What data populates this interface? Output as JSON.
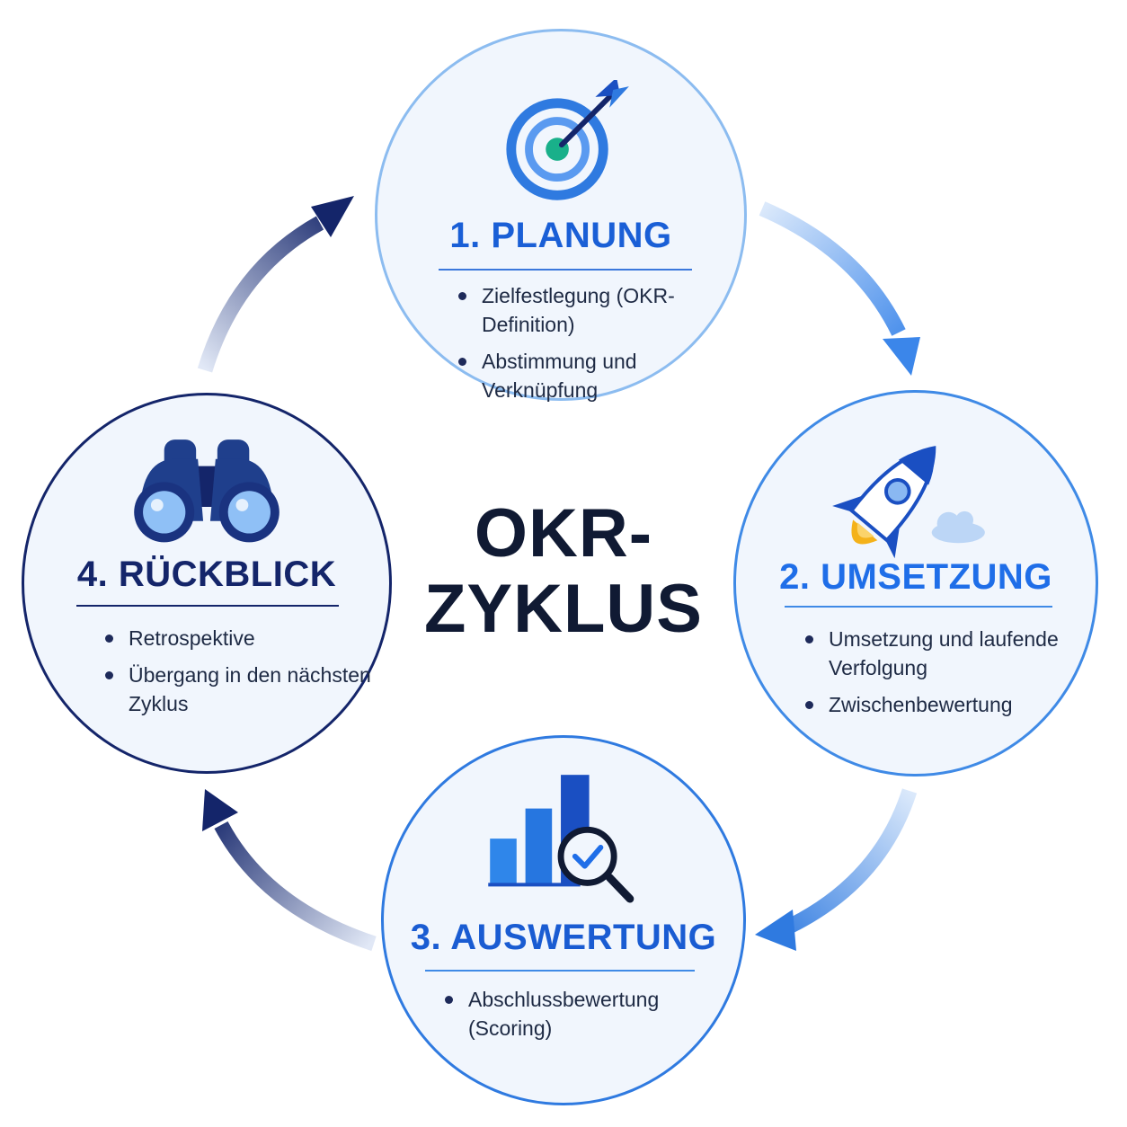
{
  "title": {
    "line1": "OKR-",
    "line2": "ZYKLUS"
  },
  "colors": {
    "navy": "#14256a",
    "blue": "#1f6ee8",
    "light_blue": "#8cbcf0",
    "circle_fill": "#f1f6fd",
    "text": "#1e2a44"
  },
  "phases": [
    {
      "title": "1. PLANUNG",
      "icon": "target-icon",
      "bullets": [
        "Zielfestlegung (OKR-Definition)",
        "Abstimmung und Verknüpfung"
      ]
    },
    {
      "title": "2. UMSETZUNG",
      "icon": "rocket-icon",
      "bullets": [
        "Umsetzung und laufende Verfolgung",
        "Zwischenbewertung"
      ]
    },
    {
      "title": "3. AUSWERTUNG",
      "icon": "bar-chart-magnifier-icon",
      "bullets": [
        "Abschlussbewertung (Scoring)"
      ]
    },
    {
      "title": "4. RÜCKBLICK",
      "icon": "binoculars-icon",
      "bullets": [
        "Retrospektive",
        "Übergang in den nächsten Zyklus"
      ]
    }
  ]
}
